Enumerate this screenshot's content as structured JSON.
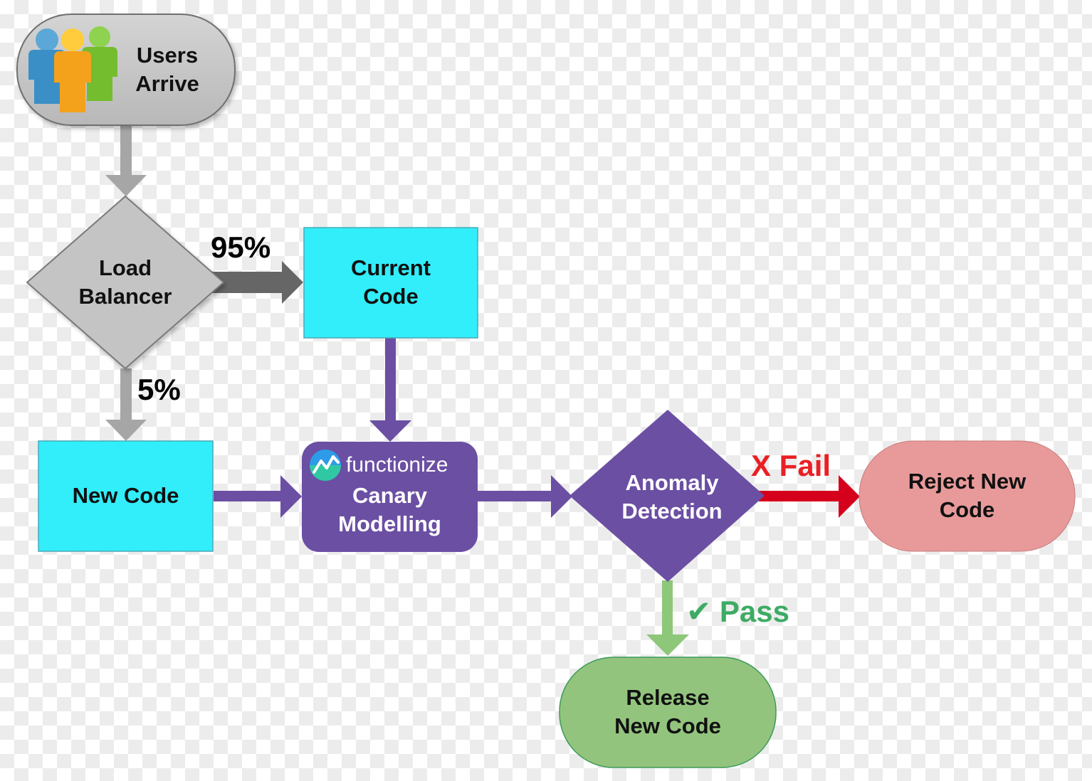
{
  "colors": {
    "gray_node": "#c4c4c4",
    "gray_stroke": "#6f6f6f",
    "gray_arrow": "#a6a6a6",
    "dark_arrow": "#666666",
    "cyan": "#31eefa",
    "purple": "#6b4fa3",
    "red_arrow": "#d5001b",
    "red_text": "#ea1f24",
    "pink": "#e89a9a",
    "green_node": "#93c47d",
    "green_arrow": "#8dc77a",
    "green_text": "#3dab64"
  },
  "nodes": {
    "users": {
      "label": "Users\nArrive",
      "icon": "users-group-icon"
    },
    "load_balancer": {
      "label": "Load\nBalancer"
    },
    "current_code": {
      "label": "Current\nCode"
    },
    "new_code": {
      "label": "New Code"
    },
    "canary": {
      "brand": "functionize",
      "brand_icon": "functionize-logo-icon",
      "label": "Canary\nModelling"
    },
    "anomaly": {
      "label": "Anomaly\nDetection"
    },
    "reject": {
      "label": "Reject New\nCode"
    },
    "release": {
      "label": "Release\nNew Code"
    }
  },
  "edges": {
    "lb_to_current": {
      "label": "95%"
    },
    "lb_to_new": {
      "label": "5%"
    },
    "anomaly_to_reject": {
      "label": "X Fail"
    },
    "anomaly_to_release": {
      "label": "✔ Pass"
    }
  }
}
